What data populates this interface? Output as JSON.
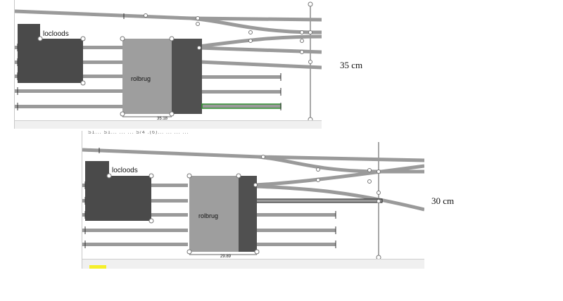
{
  "top_view": {
    "depot_label": "locloods",
    "turntable_label": "rolbrug",
    "dimension_value": "35.18",
    "length_annotation": "35 cm"
  },
  "bottom_view": {
    "header_clipped_text": "S1...  S1...  ...  ...  S/4  .(6)...  ...  ...  ...",
    "depot_label": "locloods",
    "turntable_label": "rolbrug",
    "dimension_value": "29.89",
    "length_annotation": "30 cm"
  },
  "colors": {
    "track": "#9a9a9a",
    "depot": "#4a4a4a",
    "turntable_platform": "#9e9e9e",
    "turntable_pit": "#505050",
    "selected_track": "#2f8f2f",
    "highlight_marker": "#f5ef2a"
  }
}
